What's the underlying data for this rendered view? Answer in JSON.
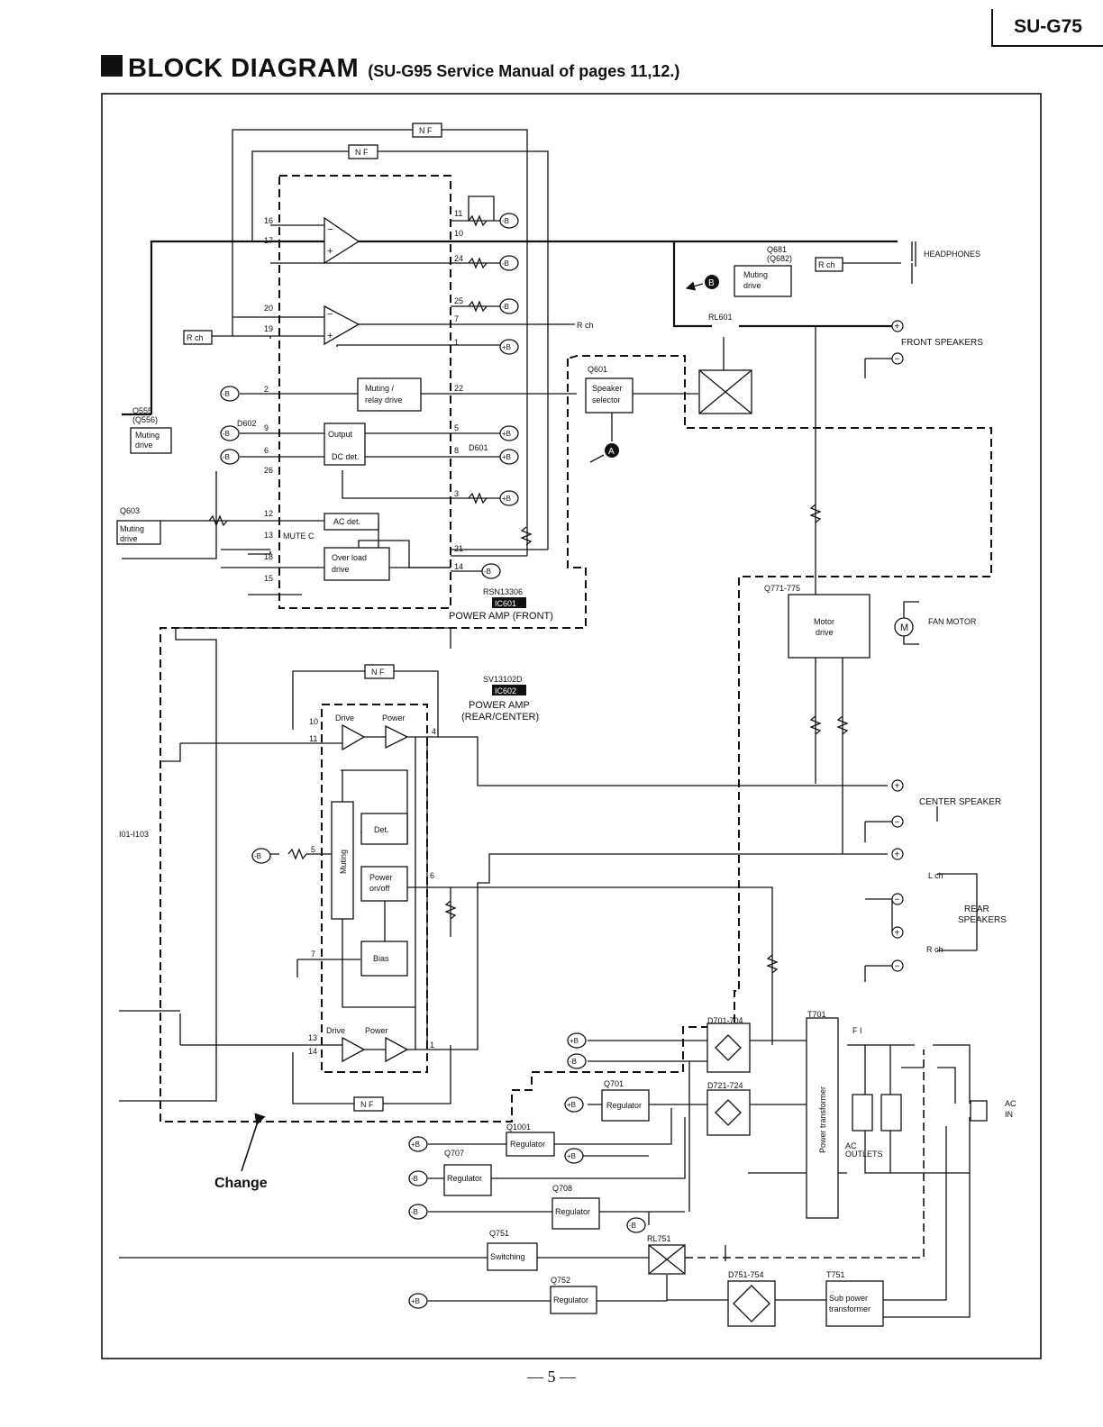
{
  "model": "SU-G75",
  "header": {
    "title": "BLOCK DIAGRAM",
    "subtitle": "(SU-G95 Service Manual of pages 11,12.)"
  },
  "page_number": "— 5 —",
  "ic601": {
    "part": "RSN13306",
    "ref": "IC601",
    "name": "POWER AMP (FRONT)"
  },
  "ic602": {
    "part": "SV13102D",
    "ref": "IC602",
    "name1": "POWER AMP",
    "name2": "(REAR/CENTER)"
  },
  "blocks": {
    "muting_relay": [
      "Muting /",
      "relay drive"
    ],
    "output_dc": [
      "Output",
      "DC det."
    ],
    "ac_det": "AC det.",
    "over_load": [
      "Over load",
      "drive"
    ],
    "speaker_sel": [
      "Speaker",
      "selector"
    ],
    "muting_drive": [
      "Muting",
      "drive"
    ],
    "motor_drive": [
      "Motor",
      "drive"
    ],
    "det": "Det.",
    "power_onoff": [
      "Power",
      "on/off"
    ],
    "bias": "Bias",
    "muting_v": "Muting",
    "regulator": "Regulator",
    "switching": "Switching",
    "power_transformer": "Power transformer",
    "sub_power": [
      "Sub power",
      "transformer"
    ],
    "nf": "N F",
    "drive": "Drive",
    "power": "Power",
    "rch": "R ch"
  },
  "labels": {
    "q555": [
      "Q555",
      "(Q556)"
    ],
    "q603": "Q603",
    "q681": [
      "Q681",
      "(Q682)"
    ],
    "q601": "Q601",
    "q771": "Q771-775",
    "d602": "D602",
    "d601": "D601",
    "rl601": "RL601",
    "mute_c": "MUTE C",
    "headphones": "HEADPHONES",
    "front_speakers": "FRONT SPEAKERS",
    "center_speaker": "CENTER SPEAKER",
    "rear_speakers": [
      "REAR",
      "SPEAKERS"
    ],
    "lch": "L ch",
    "rch2": "R ch",
    "fan_motor": "FAN MOTOR",
    "fan_m": "M",
    "t701": "T701",
    "f1": "F I",
    "d701": "D701-704",
    "d721": "D721-724",
    "d751": "D751-754",
    "t751": "T751",
    "q701": "Q701",
    "q1001": "Q1001",
    "q707": "Q707",
    "q708": "Q708",
    "q751": "Q751",
    "q752": "Q752",
    "rl751": "RL751",
    "ac_outlets": [
      "AC",
      "OUTLETS"
    ],
    "ac_in": [
      "AC",
      "IN"
    ],
    "change": "Change",
    "left_partial": "I01-I103",
    "marker_a": "A",
    "marker_b": "B"
  },
  "rails": {
    "pos": "+B",
    "neg": "-B"
  },
  "pins_ic601": {
    "left": [
      "16",
      "17",
      "20",
      "19",
      "2",
      "9",
      "6",
      "26",
      "12",
      "13",
      "18",
      "15"
    ],
    "right": [
      "11",
      "10",
      "24",
      "25",
      "7",
      "1",
      "22",
      "5",
      "8",
      "3",
      "21",
      "14"
    ]
  },
  "pins_ic602": [
    "10",
    "11",
    "4",
    "5",
    "6",
    "7",
    "13",
    "14",
    "1"
  ]
}
